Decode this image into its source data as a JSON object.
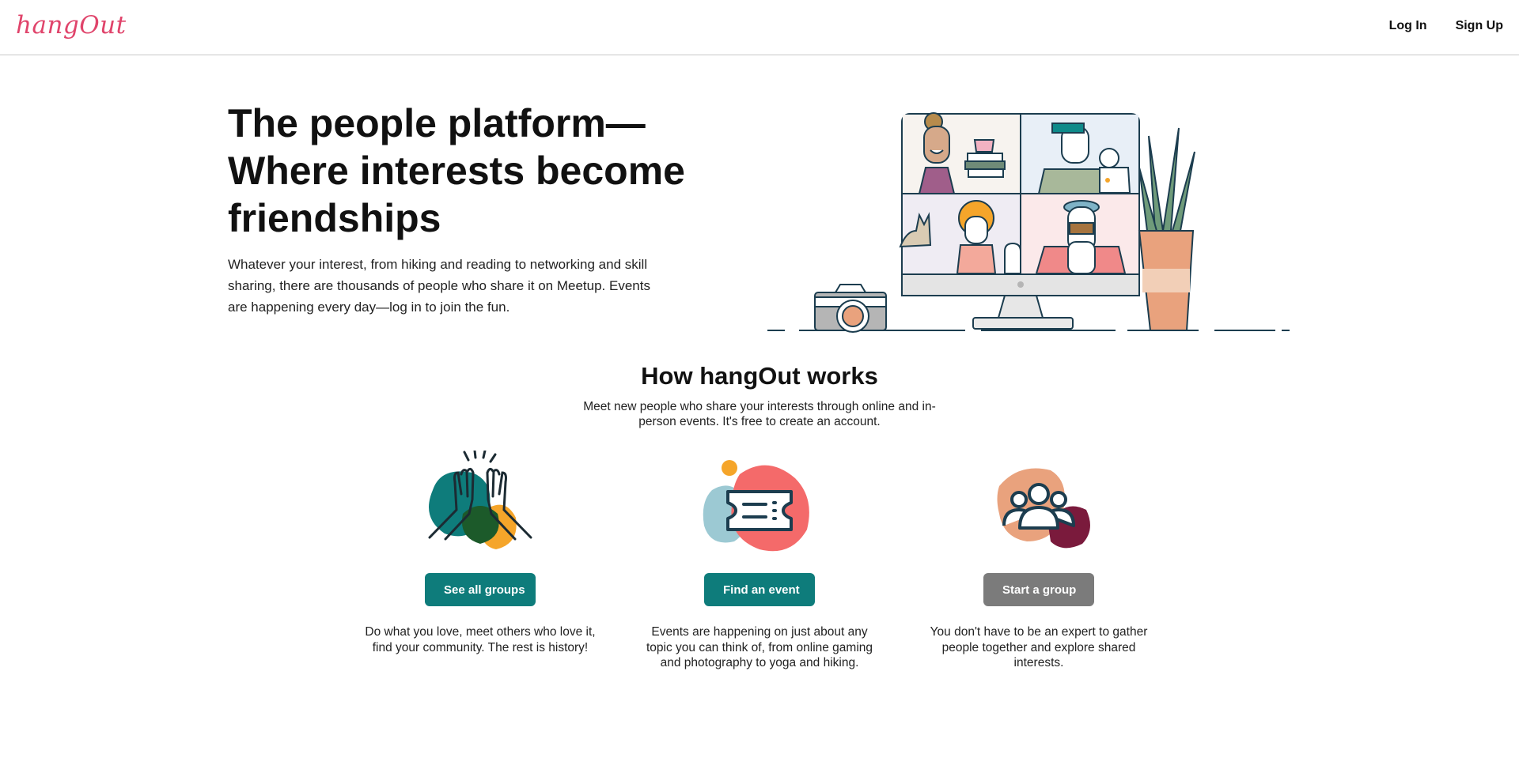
{
  "header": {
    "logo": "hangOut",
    "login_label": "Log In",
    "signup_label": "Sign Up"
  },
  "hero": {
    "title_line1": "The people platform—",
    "title_line2": "Where interests become",
    "title_line3": "friendships",
    "description": "Whatever your interest, from hiking and reading to networking and skill sharing, there are thousands of people who share it on Meetup. Events are happening every day—log in to join the fun."
  },
  "how": {
    "title": "How hangOut works",
    "description": "Meet new people who share your interests through online and in-person events. It's free to create an account.",
    "cards": [
      {
        "button_label": "See all groups",
        "text": "Do what you love, meet others who love it, find your community. The rest is history!",
        "icon": "high-five-icon"
      },
      {
        "button_label": "Find an event",
        "text": "Events are happening on just about any topic you can think of, from online gaming and photography to yoga and hiking.",
        "icon": "ticket-icon"
      },
      {
        "button_label": "Start a group",
        "text": "You don't have to be an expert to gather people together and explore shared interests.",
        "icon": "people-group-icon"
      }
    ]
  },
  "colors": {
    "brand": "#e0446b",
    "primary_button": "#0e7c7b",
    "disabled_button": "#7b7b7b"
  }
}
